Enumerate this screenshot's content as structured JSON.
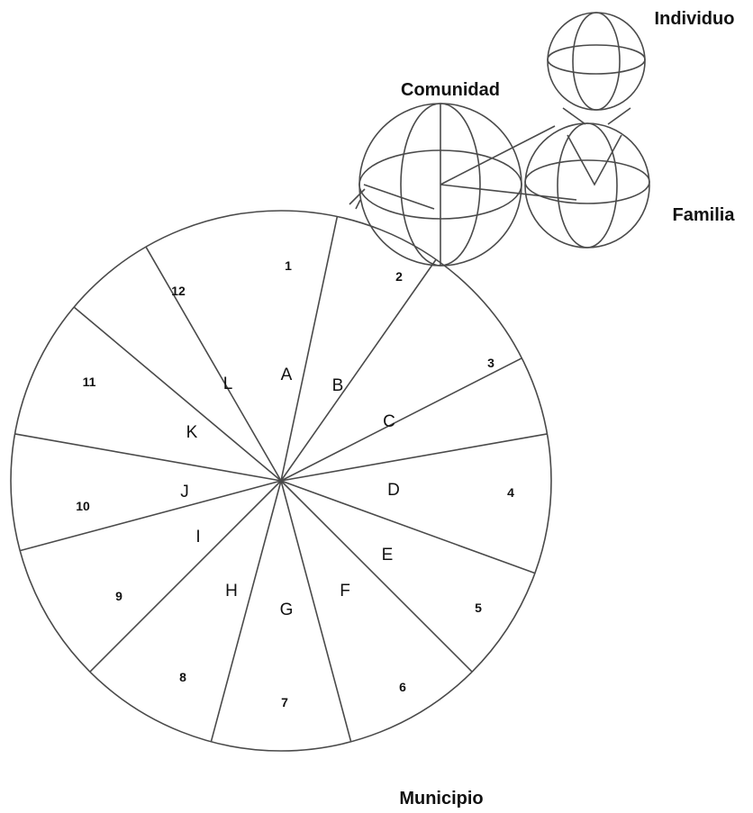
{
  "labels": {
    "municipio": "Municipio",
    "comunidad": "Comunidad",
    "familia": "Familia",
    "individuo": "Individuo"
  },
  "sector_numbers": [
    "1",
    "2",
    "3",
    "4",
    "5",
    "6",
    "7",
    "8",
    "9",
    "10",
    "11",
    "12"
  ],
  "sector_letters": [
    "A",
    "B",
    "C",
    "D",
    "E",
    "F",
    "G",
    "H",
    "I",
    "J",
    "K",
    "L"
  ]
}
